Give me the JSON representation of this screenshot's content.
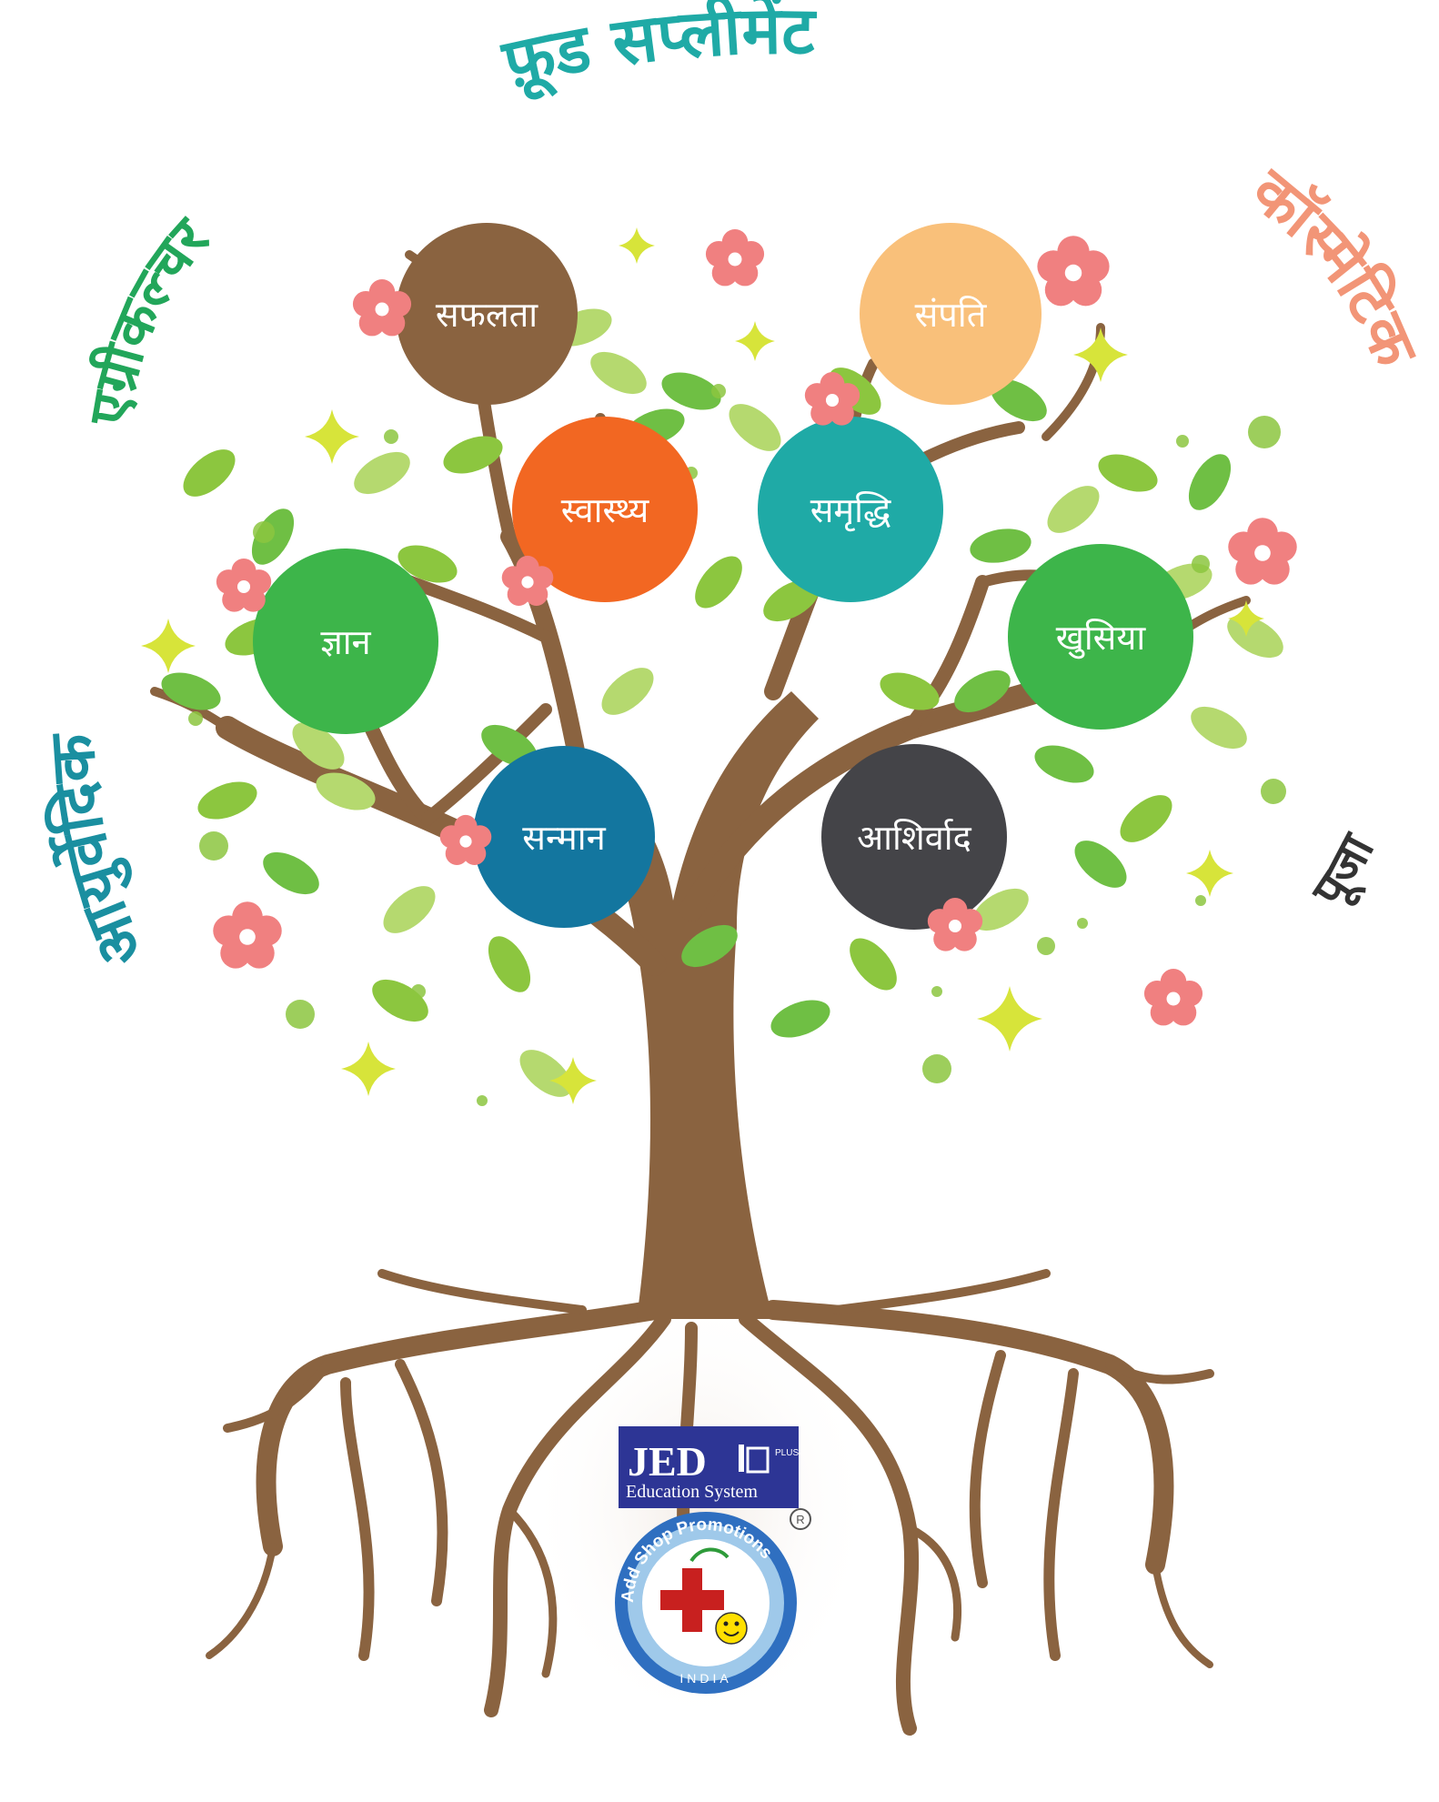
{
  "arc_labels": {
    "food_supplement": "फ़ूड सप्लीमेंट",
    "agriculture": "एग्रीकल्चर",
    "cosmetic": "कॉस्मेटिक",
    "ayurvedic": "आयुर्वेदिक",
    "pooja": "पूजा"
  },
  "values": [
    {
      "label": "सफलता",
      "color": "#8a6340"
    },
    {
      "label": "संपति",
      "color": "#f9c07a"
    },
    {
      "label": "स्वास्थ्य",
      "color": "#f26722"
    },
    {
      "label": "समृद्धि",
      "color": "#1faaa6"
    },
    {
      "label": "ज्ञान",
      "color": "#3db54a"
    },
    {
      "label": "खुसिया",
      "color": "#3db54a"
    },
    {
      "label": "सन्मान",
      "color": "#13769f"
    },
    {
      "label": "आशिर्वाद",
      "color": "#444448"
    }
  ],
  "logos": {
    "jed": {
      "name": "JED",
      "plus": "PLUS",
      "subtitle": "Education System"
    },
    "add_shop": {
      "name": "Add Shop Promotions",
      "country": "INDIA",
      "registered": "R"
    }
  },
  "colors": {
    "trunk": "#8a6340",
    "leaf": "#8cc63f",
    "flower": "#f08080",
    "star": "#d7e43a",
    "food_text": "#1faaa6",
    "agri_text": "#22a65a",
    "cosmetic_text": "#f29577",
    "ayurvedic_text": "#1a8fa0",
    "pooja_text": "#333333"
  }
}
